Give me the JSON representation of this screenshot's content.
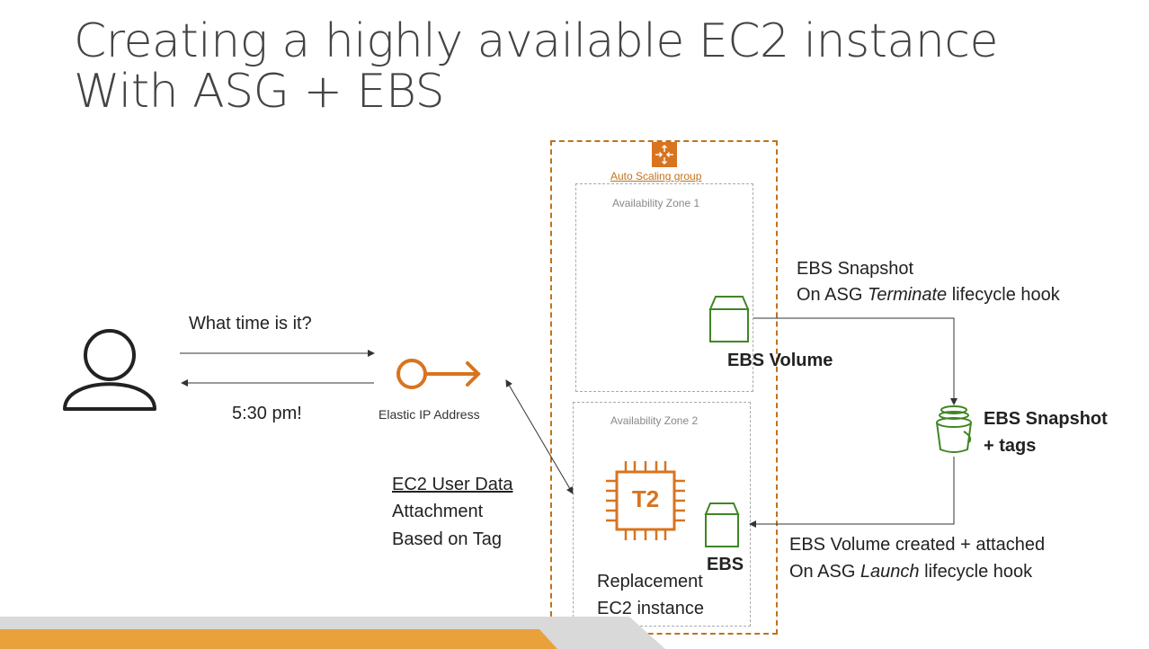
{
  "title": {
    "line1": "Creating a highly available EC2 instance",
    "line2": "With ASG + EBS"
  },
  "user": {
    "icon": "user-icon"
  },
  "request_label": "What time is it?",
  "response_label": "5:30 pm!",
  "eip": {
    "label": "Elastic IP Address",
    "icon": "elastic-ip-icon"
  },
  "asg": {
    "label": "Auto Scaling group",
    "icon": "auto-scaling-icon"
  },
  "az1": {
    "label": "Availability Zone 1"
  },
  "az2": {
    "label": "Availability Zone 2"
  },
  "ebs_volume": {
    "label": "EBS Volume",
    "icon": "ebs-volume-icon"
  },
  "snapshot_note": {
    "line1": "EBS Snapshot",
    "line2_pre": "On ASG ",
    "line2_em": "Terminate",
    "line2_post": " lifecycle hook"
  },
  "snapshot": {
    "line1": "EBS Snapshot",
    "line2": "+ tags",
    "icon": "ebs-snapshot-bucket-icon"
  },
  "user_data": {
    "line1": "EC2 User Data",
    "line2": "Attachment",
    "line3": "Based on Tag"
  },
  "ec2": {
    "chip_text": "T2",
    "label_line1": "Replacement",
    "label_line2": "EC2 instance",
    "icon": "ec2-chip-icon"
  },
  "ebs_small": {
    "label": "EBS",
    "icon": "ebs-volume-icon"
  },
  "created_note": {
    "line1": "EBS Volume created + attached",
    "line2_pre": "On ASG ",
    "line2_em": "Launch",
    "line2_post": " lifecycle hook"
  },
  "colors": {
    "orange": "#d8741f",
    "green": "#3f8624",
    "dashed_orange": "#c0731b",
    "footer_light": "#d9d9d9",
    "footer_orange": "#e9a23b"
  }
}
